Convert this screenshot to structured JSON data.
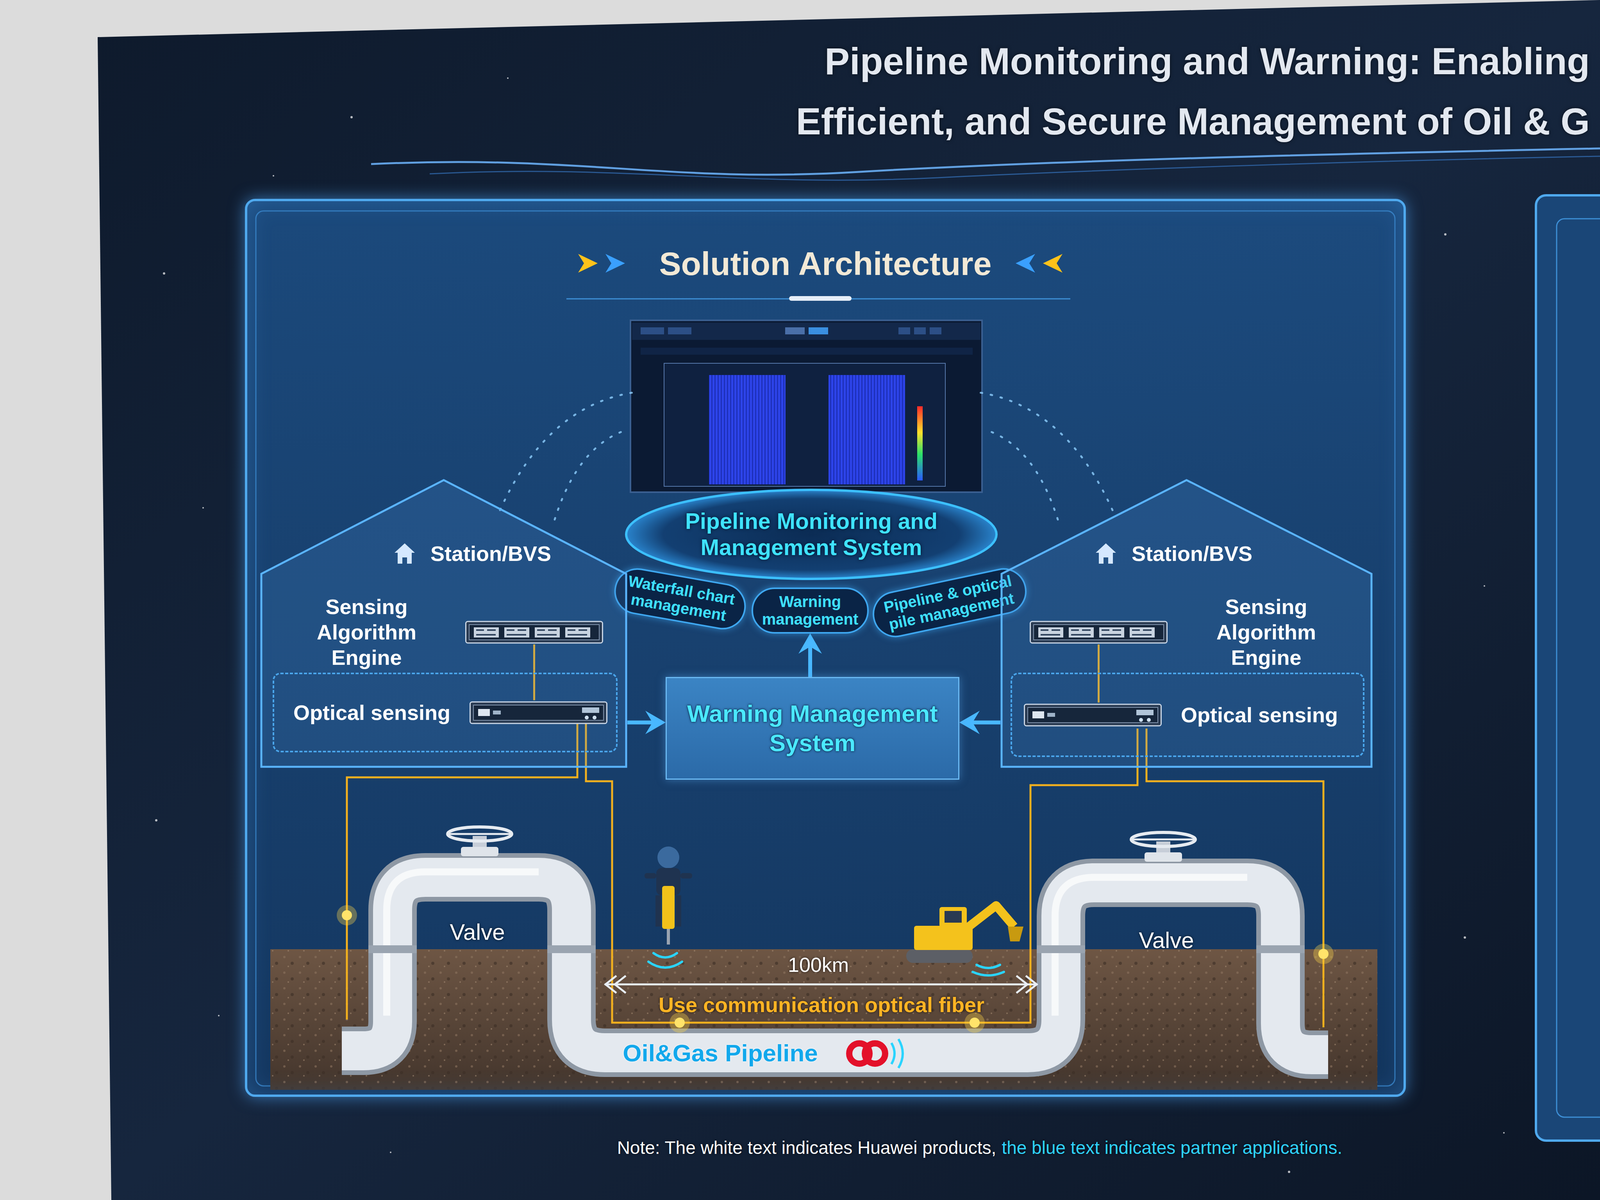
{
  "diagram": {
    "title": "Pipeline Monitoring and Warning: Enabling Efficient, and Secure Management of Oil & G",
    "nodes": [
      {
        "text": [
          "Solution Architecture"
        ]
      },
      {
        "text": [
          "Pipeline Monitoring and Management System"
        ],
        "in": 0
      },
      {
        "text": [
          "Waterfall chart management"
        ],
        "in": 0
      },
      {
        "text": [
          "Warning management"
        ],
        "in": 0
      },
      {
        "text": [
          "Pipeline & optical pile management"
        ],
        "in": 0
      },
      {
        "text": [
          "Station/BVS"
        ],
        "in": 0
      },
      {
        "text": [
          "Sensing Algorithm Engine"
        ],
        "in": 5
      },
      {
        "text": [
          "Optical sensing"
        ],
        "in": 5
      },
      {
        "text": [
          "Warning Management System"
        ],
        "in": 0
      },
      {
        "text": [
          "Station/BVS"
        ],
        "in": 0
      },
      {
        "text": [
          "Sensing Algorithm Engine"
        ],
        "in": 9
      },
      {
        "text": [
          "Optical sensing"
        ],
        "in": 9
      }
    ],
    "edges": [
      {
        "from": 6,
        "to": 7,
        "arrow": "none"
      },
      {
        "from": 5,
        "to": 8,
        "arrow": "to"
      },
      {
        "from": 9,
        "to": 8,
        "arrow": "to"
      },
      {
        "from": 8,
        "to": 3,
        "arrow": "to"
      },
      {
        "from": 10,
        "to": 11,
        "arrow": "none"
      }
    ],
    "labels": [
      "Valve",
      "Valve",
      "100km",
      "Use communication optical fiber",
      "Oil&Gas Pipeline",
      "Note: The white text indicates Huawei products,",
      "the blue text indicates partner applications."
    ]
  }
}
